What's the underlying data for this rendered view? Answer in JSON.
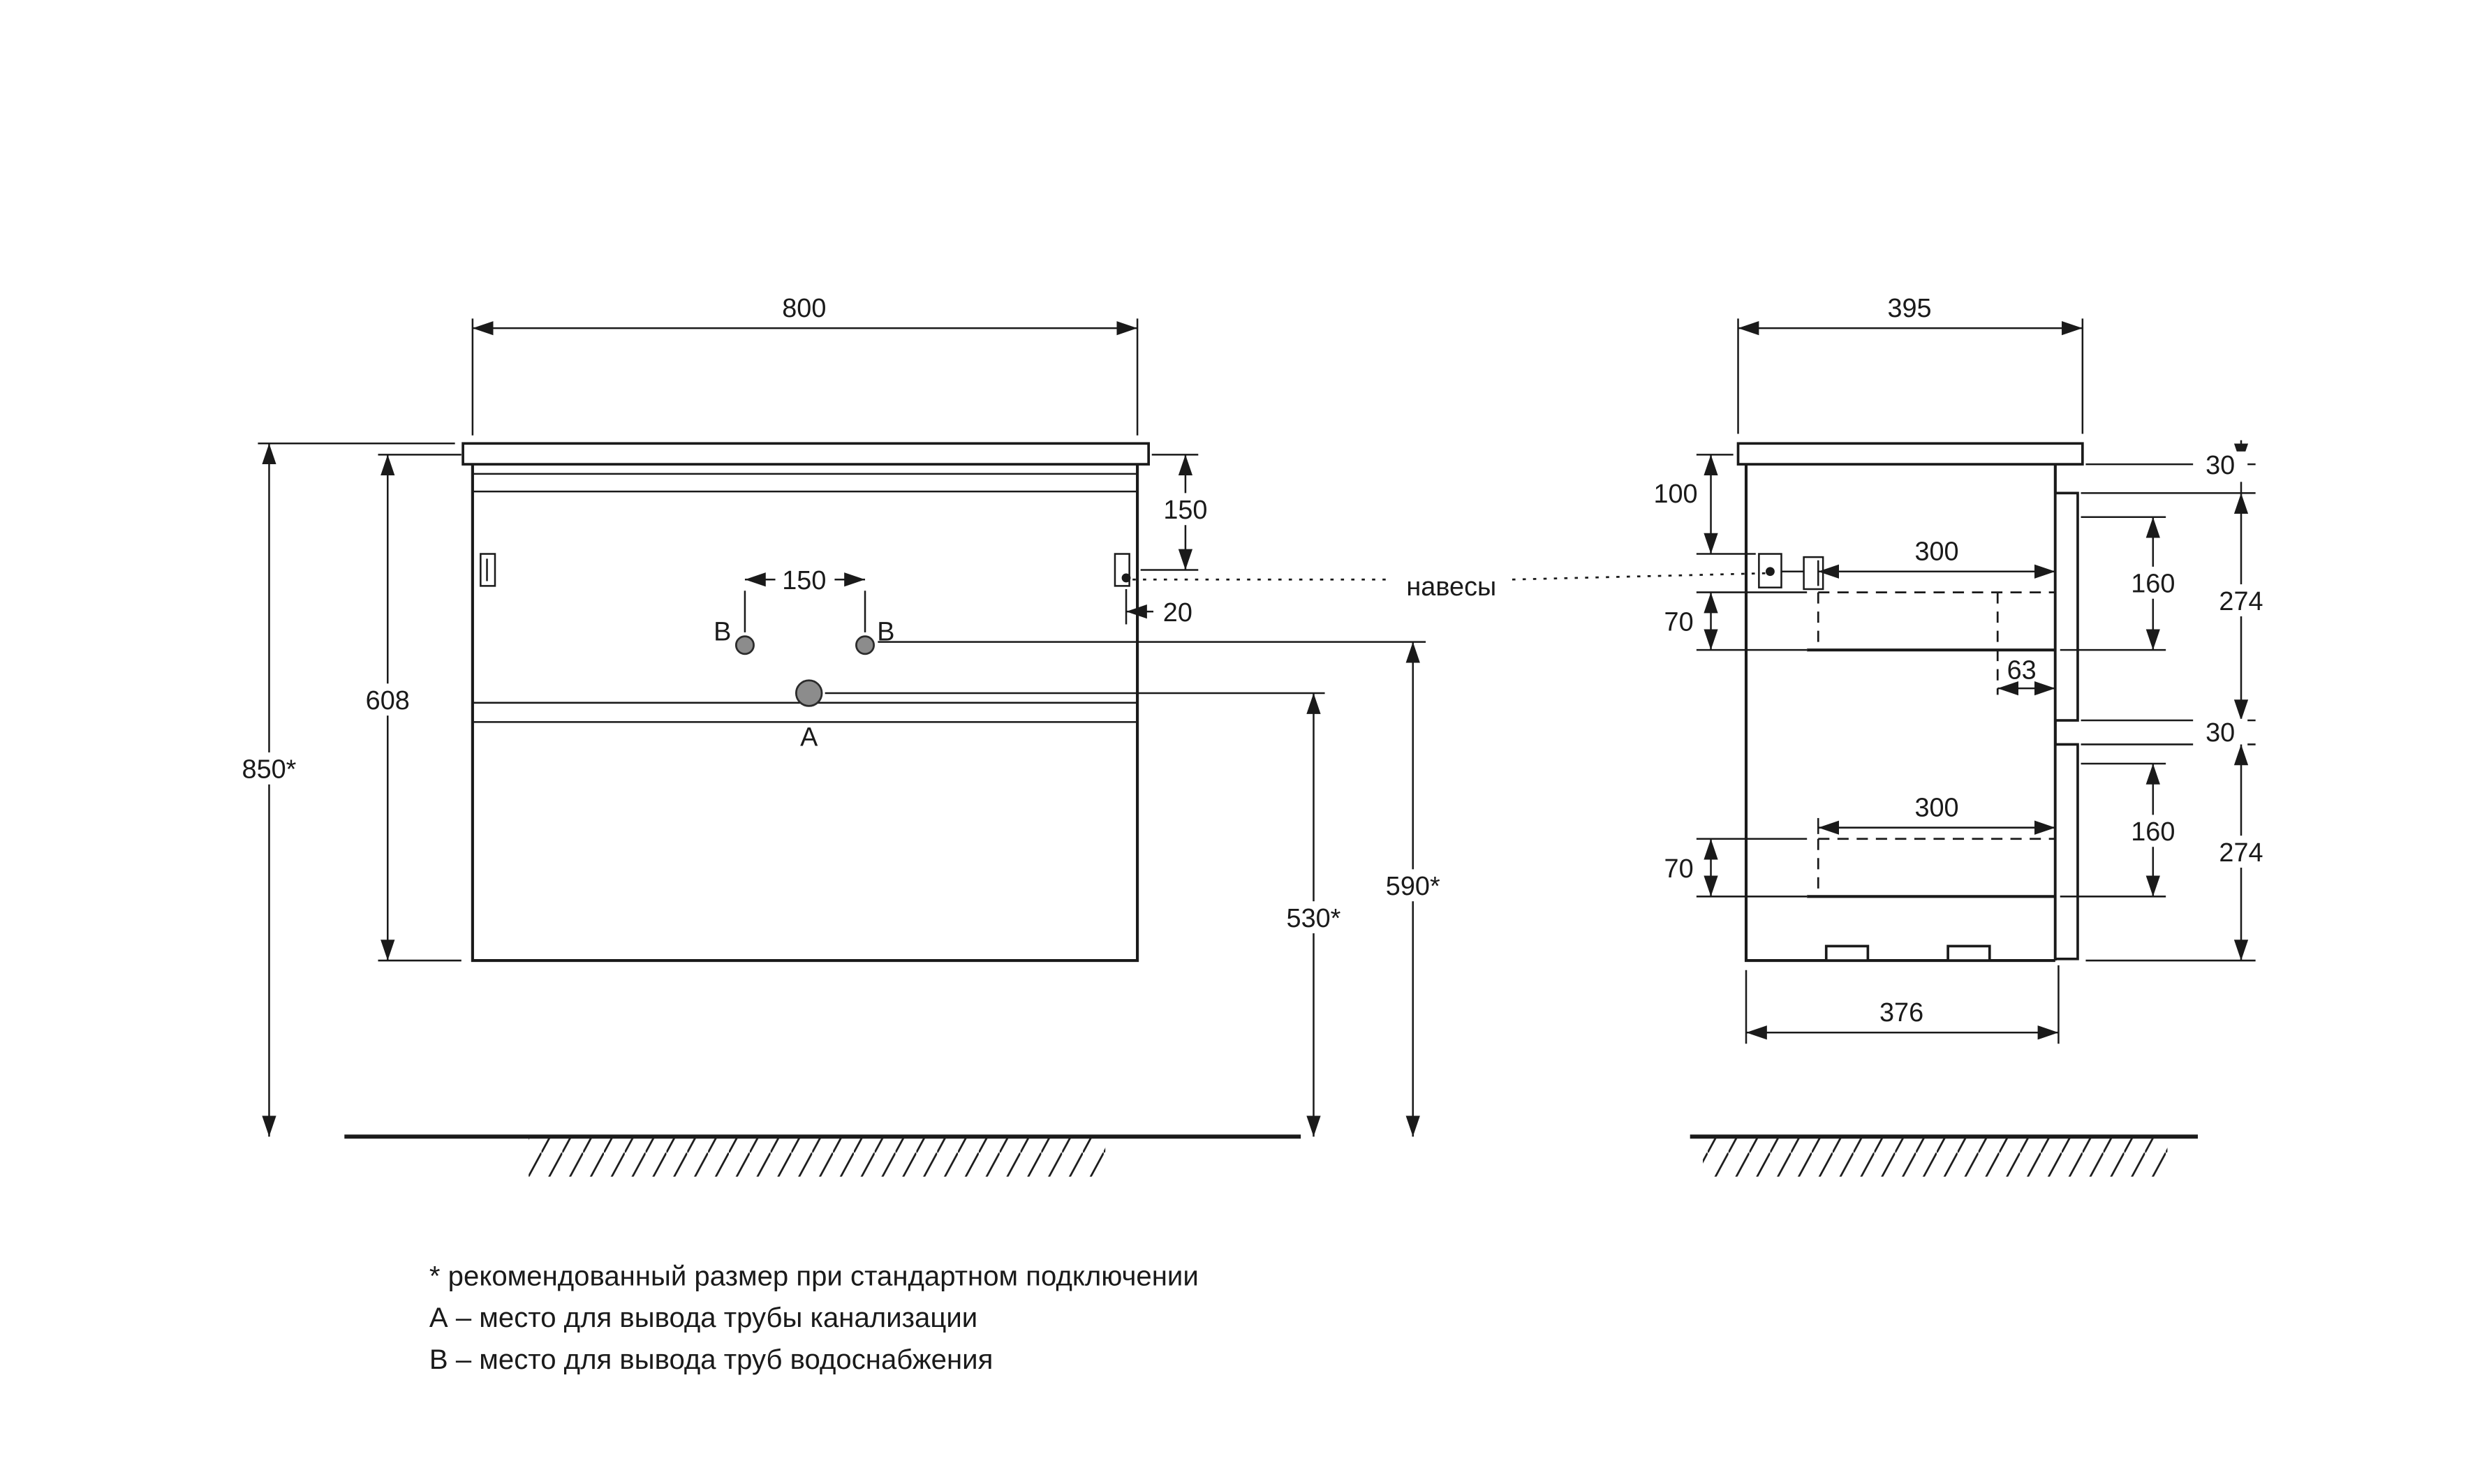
{
  "front": {
    "width": "800",
    "body_height": "608",
    "overall_height": "850*",
    "hanger_top_offset": "150",
    "hanger_side_offset": "20",
    "b_spacing": "150",
    "label_b_left": "B",
    "label_b_right": "B",
    "label_a": "A",
    "a_height": "530*",
    "b_height": "590*"
  },
  "side": {
    "depth": "395",
    "top_offset": "100",
    "upper_gap": "70",
    "upper_drawer_depth": "300",
    "back_offset": "63",
    "upper_inner_height": "160",
    "upper_front_height": "274",
    "upper_reveal": "30",
    "lower_gap": "70",
    "lower_drawer_depth": "300",
    "lower_inner_height": "160",
    "lower_front_height": "274",
    "lower_reveal": "30",
    "bottom_depth": "376"
  },
  "callout": {
    "hangers": "навесы"
  },
  "notes": {
    "line1": "* рекомендованный размер при стандартном подключении",
    "line2": "А – место для вывода трубы канализации",
    "line3": "B – место для вывода труб водоснабжения"
  },
  "colors": {
    "line": "#1a1a1a",
    "hole_fill": "#8c8c8c",
    "background": "#ffffff"
  }
}
